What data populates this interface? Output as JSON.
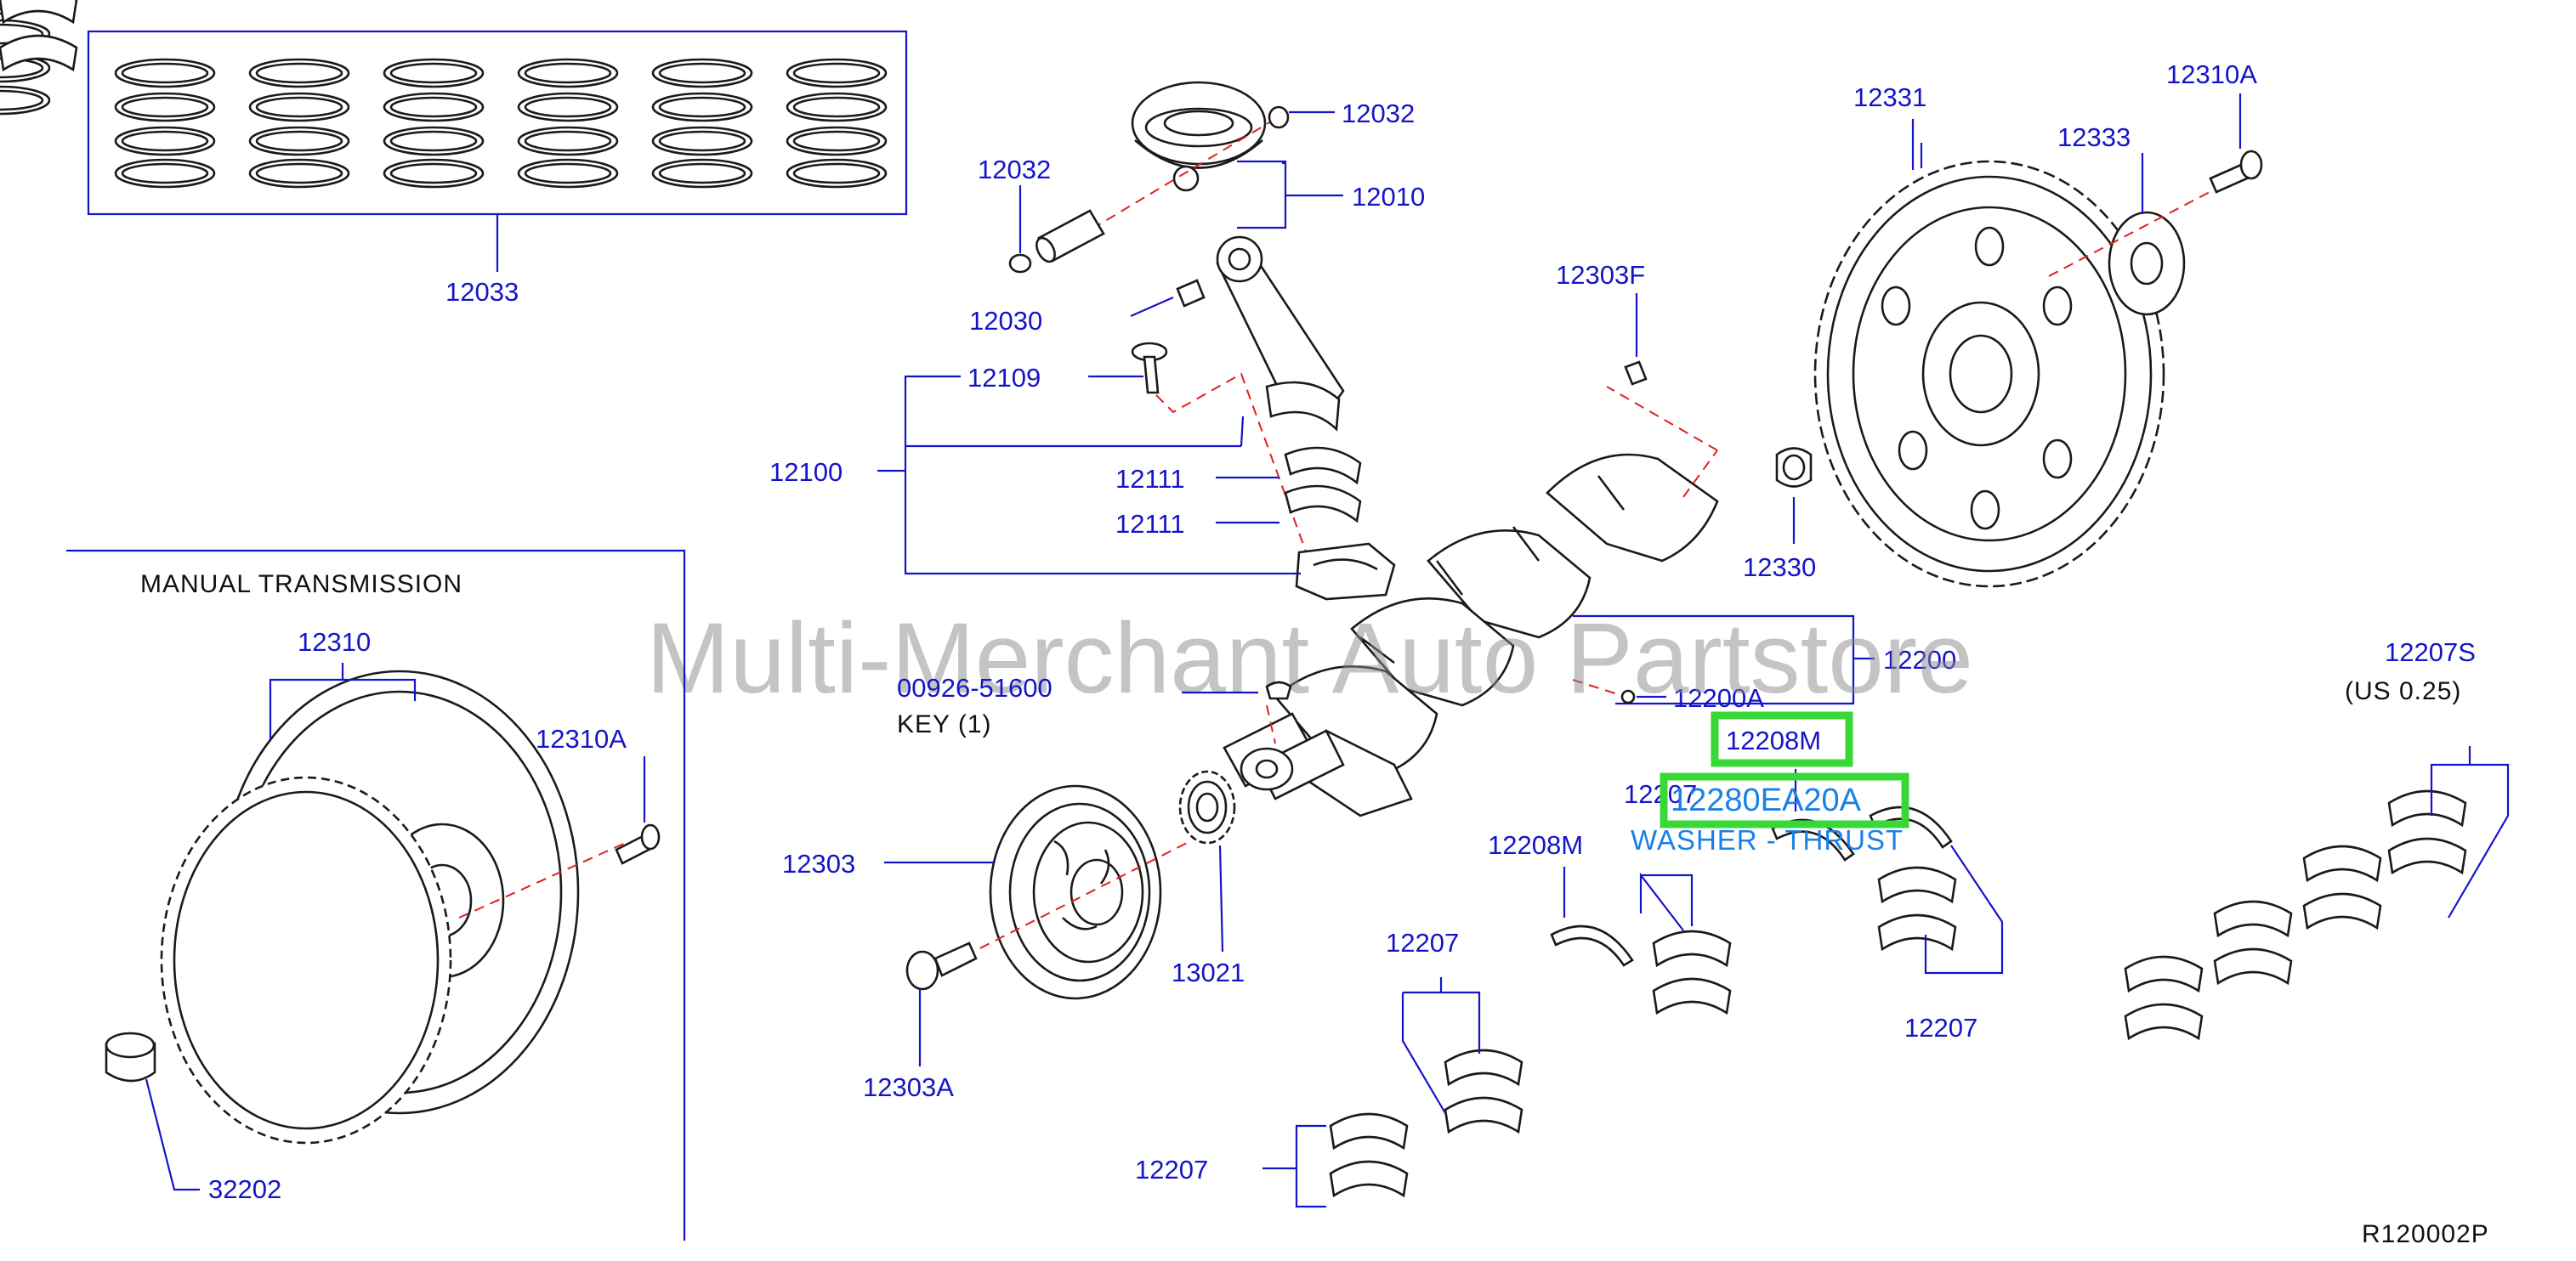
{
  "watermark": "Multi-Merchant Auto Partstore",
  "diagram_code": "R120002P",
  "section_title": "MANUAL   TRANSMISSION",
  "highlight": {
    "part_no": "12208M",
    "replacement_no": "12280EA20A",
    "description": "WASHER - THRUST"
  },
  "labels": {
    "rings": "12033",
    "pin_clip_right": "12032",
    "pin_clip_left": "12032",
    "piston": "12010",
    "bushing": "12030",
    "rod_bolt": "12109",
    "rod_assembly": "12100",
    "rod_bearing_upper": "12111",
    "rod_bearing_lower": "12111",
    "dowel": "12303F",
    "flywheel": "12331",
    "flywheel_bolt": "12310A",
    "reinforcement": "12333",
    "pilot_bushing": "12330",
    "crankshaft": "12200",
    "crank_plug": "12200A",
    "woodruff_key": "00926-51600",
    "key_qty": "KEY   (1)",
    "mt_flywheel": "12310",
    "mt_flywheel_bolt": "12310A",
    "mt_pilot": "32202",
    "pulley": "12303",
    "pulley_bolt": "12303A",
    "sprocket": "13021",
    "thrust_washer_left": "12208M",
    "main_bearing_a": "12207",
    "main_bearing_b": "12207",
    "main_bearing_c": "12207",
    "main_bearing_d": "12207",
    "main_bearing_e": "12207",
    "main_bearing_us": "12207S",
    "undersize_note": "(US   0.25)"
  }
}
